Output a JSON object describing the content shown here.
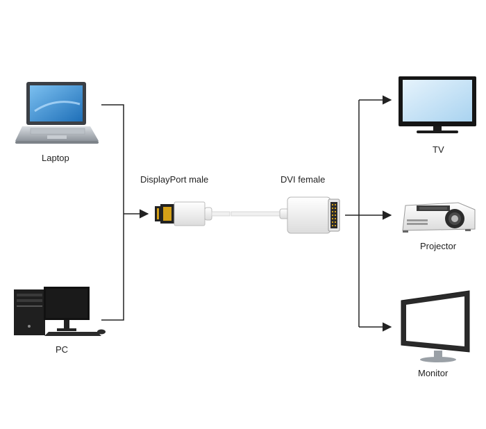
{
  "labels": {
    "laptop": "Laptop",
    "pc": "PC",
    "displayport": "DisplayPort male",
    "dvi": "DVI female",
    "tv": "TV",
    "projector": "Projector",
    "monitor": "Monitor"
  },
  "colors": {
    "line": "#222222",
    "screen_blue": "#3a8fd8",
    "device_dark": "#2a2a2a",
    "connector_gold": "#d4a017",
    "cable_white": "#f0f0f0"
  }
}
